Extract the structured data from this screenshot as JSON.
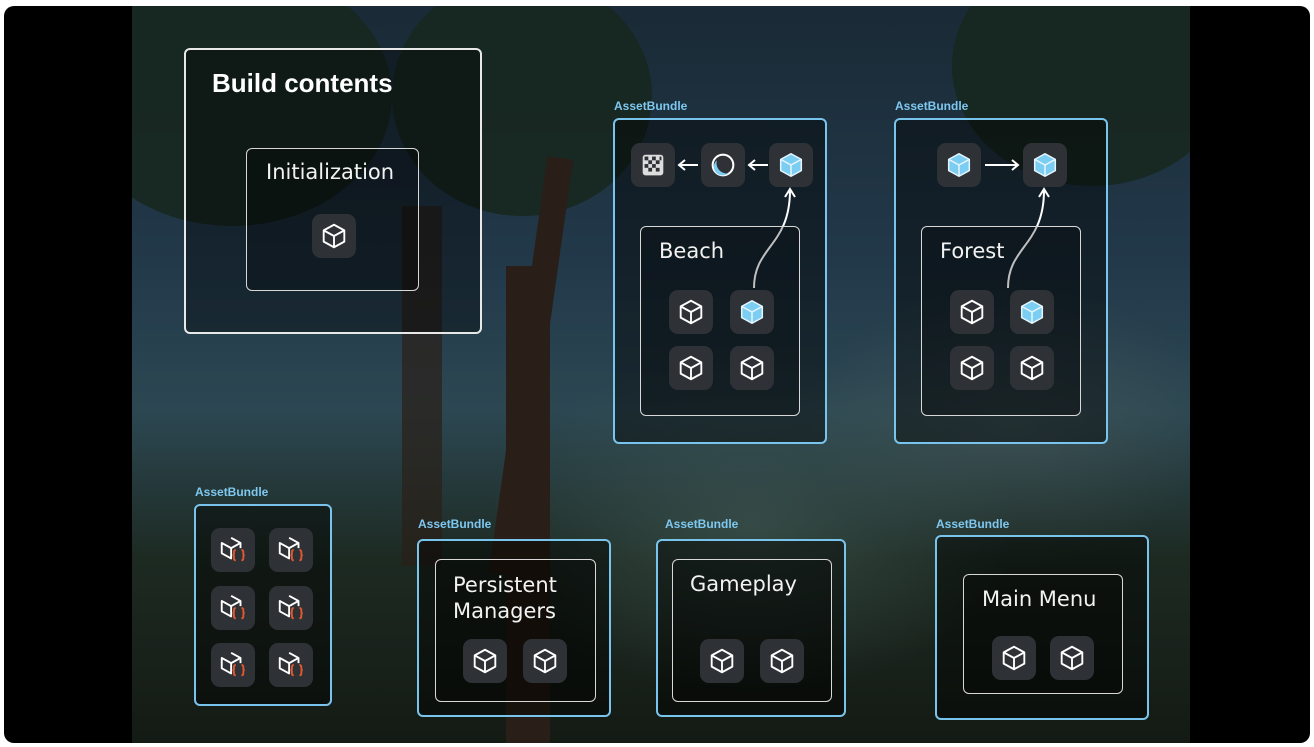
{
  "title": "Build contents",
  "initialization_label": "Initialization",
  "bundle_label": "AssetBundle",
  "groups": {
    "beach": "Beach",
    "forest": "Forest",
    "persistent": "Persistent Managers",
    "gameplay": "Gameplay",
    "main_menu": "Main Menu"
  },
  "colors": {
    "bundle_border": "#79c4ec",
    "highlight_cube": "#7ccdf2",
    "script_brace": "#e0582e"
  },
  "icons": {
    "prefab": "cube-icon",
    "highlighted_prefab": "blue-cube-icon",
    "texture": "checker-texture-icon",
    "material": "sphere-material-icon",
    "script_prefab": "cube-script-icon"
  }
}
